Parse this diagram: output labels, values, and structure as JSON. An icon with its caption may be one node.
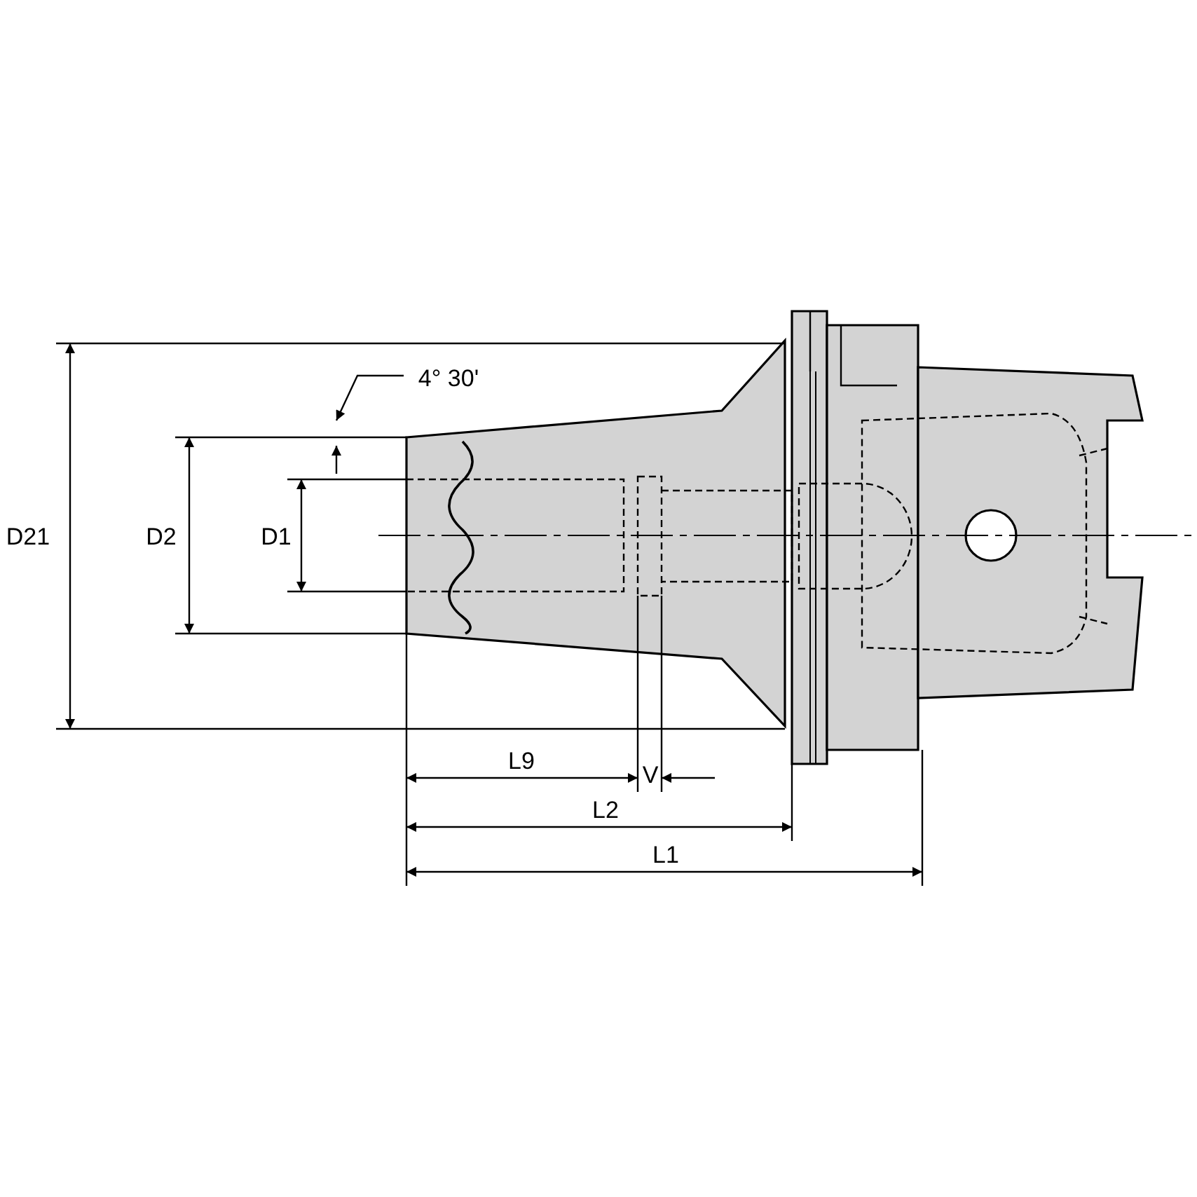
{
  "diagram": {
    "labels": [
      "4° 30'",
      "D21",
      "D2",
      "D1",
      "L9",
      "V",
      "L2",
      "L1"
    ]
  }
}
